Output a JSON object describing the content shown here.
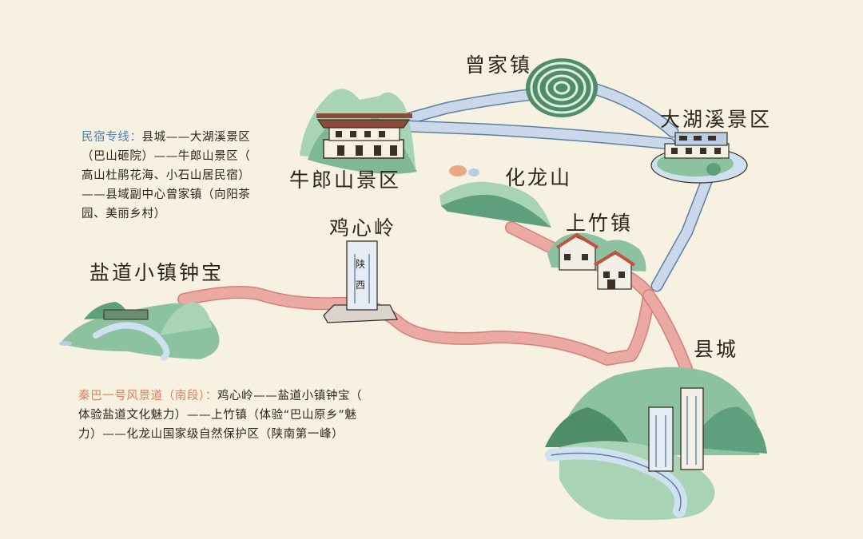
{
  "places": {
    "zengjia": "曾家镇",
    "niulang": "牛郎山景区",
    "dahuxi": "大湖溪景区",
    "hualong": "化龙山",
    "shangzhu": "上竹镇",
    "jixin": "鸡心岭",
    "yandao": "盐道小镇钟宝",
    "xiancheng": "县城"
  },
  "stele_text": [
    "陕",
    "西"
  ],
  "legend_minsu": {
    "title": "民宿专线：",
    "lines": [
      "县城——大湖溪景区",
      "（巴山砸院）——牛郎山景区（",
      "高山杜鹃花海、小石山居民宿）",
      "——县域副中心曾家镇（向阳茶",
      "园、美丽乡村）"
    ]
  },
  "legend_qinba": {
    "title": "秦巴一号风景道（南段）：",
    "lines": [
      "鸡心岭——盐道小镇钟宝（",
      "体验盐道文化魅力）——上竹镇（体验“巴山原乡”魅",
      "力）——化龙山国家级自然保护区（陕南第一峰）"
    ]
  },
  "colors": {
    "background": "#f7f1e1",
    "blue_route": "#cad8ea",
    "pink_route": "#eaa9a3",
    "mountain": "#8dc2a0",
    "mountain_dark": "#5e9f7e",
    "title_blue": "#4a80b4",
    "title_orange": "#d7835c"
  }
}
